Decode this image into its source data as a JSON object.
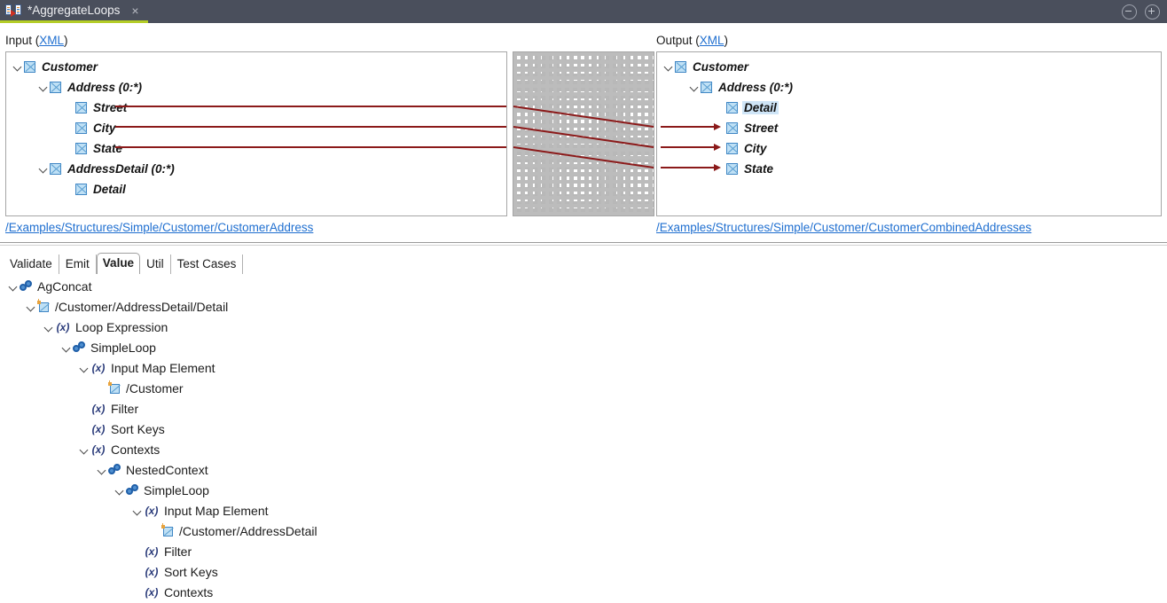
{
  "window": {
    "tab_title": "*AggregateLoops",
    "tab_icon": "map-transform-icon",
    "close_label": "×",
    "accent_color": "#b4cd27",
    "titlebar_color": "#4a4f5c"
  },
  "mapping": {
    "input": {
      "label_prefix": "Input (",
      "label_link": "XML",
      "label_suffix": ")",
      "path": "/Examples/Structures/Simple/Customer/CustomerAddress",
      "nodes": [
        {
          "label": "Customer",
          "depth": 0,
          "expandable": true,
          "selected": false
        },
        {
          "label": "Address (0:*)",
          "depth": 1,
          "expandable": true,
          "selected": false
        },
        {
          "label": "Street",
          "depth": 2,
          "expandable": false,
          "selected": false
        },
        {
          "label": "City",
          "depth": 2,
          "expandable": false,
          "selected": false
        },
        {
          "label": "State",
          "depth": 2,
          "expandable": false,
          "selected": false
        },
        {
          "label": "AddressDetail (0:*)",
          "depth": 1,
          "expandable": true,
          "selected": false
        },
        {
          "label": "Detail",
          "depth": 2,
          "expandable": false,
          "selected": false
        }
      ]
    },
    "output": {
      "label_prefix": "Output (",
      "label_link": "XML",
      "label_suffix": ")",
      "path": "/Examples/Structures/Simple/Customer/CustomerCombinedAddresses",
      "nodes": [
        {
          "label": "Customer",
          "depth": 0,
          "expandable": true,
          "selected": false
        },
        {
          "label": "Address (0:*)",
          "depth": 1,
          "expandable": true,
          "selected": false
        },
        {
          "label": "Detail",
          "depth": 2,
          "expandable": false,
          "selected": true
        },
        {
          "label": "Street",
          "depth": 2,
          "expandable": false,
          "selected": false
        },
        {
          "label": "City",
          "depth": 2,
          "expandable": false,
          "selected": false
        },
        {
          "label": "State",
          "depth": 2,
          "expandable": false,
          "selected": false
        }
      ]
    },
    "links": {
      "color": "#8b1a1a",
      "connections": [
        {
          "from": "Street",
          "to": "Street"
        },
        {
          "from": "City",
          "to": "City"
        },
        {
          "from": "State",
          "to": "State"
        }
      ]
    }
  },
  "editor_tabs": {
    "items": [
      {
        "label": "Validate",
        "active": false
      },
      {
        "label": "Emit",
        "active": false
      },
      {
        "label": "Value",
        "active": true
      },
      {
        "label": "Util",
        "active": false
      },
      {
        "label": "Test Cases",
        "active": false
      }
    ]
  },
  "expression_tree": {
    "rows": [
      {
        "label": "AgConcat",
        "depth": 0,
        "icon": "link-icon",
        "expandable": true
      },
      {
        "label": "/Customer/AddressDetail/Detail",
        "depth": 1,
        "icon": "path-icon",
        "expandable": true
      },
      {
        "label": "Loop Expression",
        "depth": 2,
        "icon": "fx-icon",
        "expandable": true
      },
      {
        "label": "SimpleLoop",
        "depth": 3,
        "icon": "link-icon",
        "expandable": true
      },
      {
        "label": "Input Map Element",
        "depth": 4,
        "icon": "fx-icon",
        "expandable": true
      },
      {
        "label": "/Customer",
        "depth": 5,
        "icon": "path-icon",
        "expandable": false
      },
      {
        "label": "Filter",
        "depth": 4,
        "icon": "fx-icon",
        "expandable": false
      },
      {
        "label": "Sort Keys",
        "depth": 4,
        "icon": "fx-icon",
        "expandable": false
      },
      {
        "label": "Contexts",
        "depth": 4,
        "icon": "fx-icon",
        "expandable": true
      },
      {
        "label": "NestedContext",
        "depth": 5,
        "icon": "link-icon",
        "expandable": true
      },
      {
        "label": "SimpleLoop",
        "depth": 6,
        "icon": "link-icon",
        "expandable": true
      },
      {
        "label": "Input Map Element",
        "depth": 7,
        "icon": "fx-icon",
        "expandable": true
      },
      {
        "label": "/Customer/AddressDetail",
        "depth": 8,
        "icon": "path-icon",
        "expandable": false
      },
      {
        "label": "Filter",
        "depth": 7,
        "icon": "fx-icon",
        "expandable": false
      },
      {
        "label": "Sort Keys",
        "depth": 7,
        "icon": "fx-icon",
        "expandable": false
      },
      {
        "label": "Contexts",
        "depth": 7,
        "icon": "fx-icon",
        "expandable": false
      }
    ],
    "fx_glyph": "(x)"
  }
}
